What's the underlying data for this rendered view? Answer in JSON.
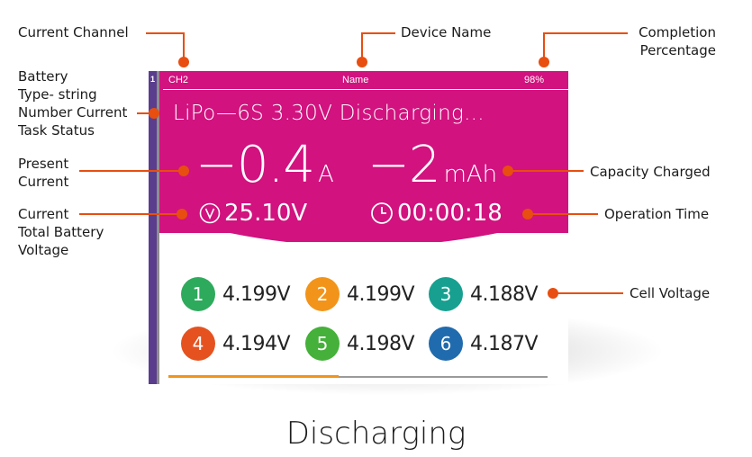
{
  "annotations": {
    "current_channel": "Current Channel",
    "device_name": "Device Name",
    "completion_line1": "Completion",
    "completion_line2": "Percentage",
    "battery_line1": "Battery",
    "battery_line2": "Type- string",
    "battery_line3": "Number Current",
    "battery_line4": "Task Status",
    "present_line1": "Present",
    "present_line2": "Current",
    "voltage_line1": "Current",
    "voltage_line2": "Total Battery",
    "voltage_line3": "Voltage",
    "capacity_charged": "Capacity Charged",
    "operation_time": "Operation Time",
    "cell_voltage": "Cell Voltage"
  },
  "screen": {
    "channel_index": "1",
    "channel": "CH2",
    "device_name": "Name",
    "completion": "98%",
    "task_status": "LiPo—6S 3.30V Discharging...",
    "current_value": "−0.4",
    "current_unit": "A",
    "capacity_value": "−2",
    "capacity_unit": "mAh",
    "total_voltage": "25.10V",
    "operation_time": "00:00:18",
    "progress_fraction": 0.45,
    "cells": [
      {
        "index": "1",
        "voltage": "4.199V",
        "color": "#2eaa5c"
      },
      {
        "index": "2",
        "voltage": "4.199V",
        "color": "#f29419"
      },
      {
        "index": "3",
        "voltage": "4.188V",
        "color": "#17a08f"
      },
      {
        "index": "4",
        "voltage": "4.194V",
        "color": "#e55220"
      },
      {
        "index": "5",
        "voltage": "4.198V",
        "color": "#45b03a"
      },
      {
        "index": "6",
        "voltage": "4.187V",
        "color": "#1f6bae"
      }
    ]
  },
  "caption": "Discharging",
  "colors": {
    "accent_magenta": "#d1127f",
    "leader_orange": "#e84e10",
    "channel_bar": "#5b3d8e",
    "progress": "#f29419"
  },
  "icons": [
    "voltage-icon",
    "clock-icon"
  ]
}
